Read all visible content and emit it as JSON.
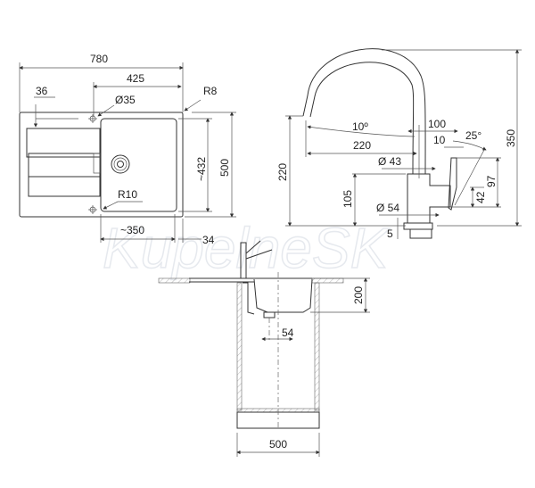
{
  "watermark": "KupelneSK",
  "sink_top_view": {
    "overall_width": "780",
    "bowl_offset": "425",
    "rim_edge": "36",
    "tap_hole": "Ø35",
    "corner_radius_outer": "R8",
    "corner_radius_bowl": "R10",
    "bowl_length": "~432",
    "overall_depth": "500",
    "bowl_width": "~350",
    "bowl_edge": "34"
  },
  "faucet_side_view": {
    "total_height": "350",
    "spout_height": "220",
    "spout_reach": "220",
    "spout_angle": "10º",
    "handle_offset": "100",
    "handle_gap": "10",
    "handle_angle": "25°",
    "pipe_diameter": "Ø 43",
    "body_height": "105",
    "handle_height": "97",
    "handle_low": "42",
    "base_diameter": "Ø 54",
    "base_thickness": "5"
  },
  "cabinet_section": {
    "bowl_depth": "200",
    "drain_offset": "54",
    "cabinet_width": "500"
  }
}
